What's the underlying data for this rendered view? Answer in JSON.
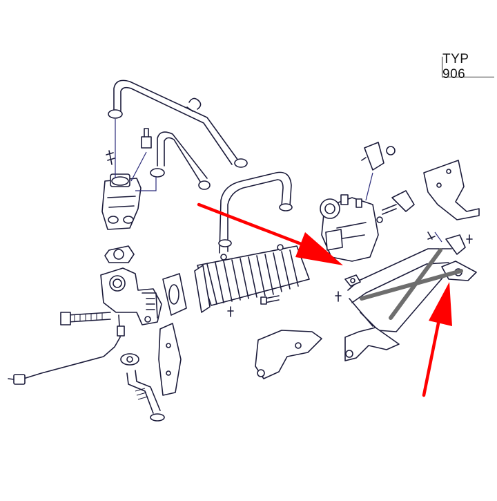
{
  "diagram": {
    "type_label": "TYP 906",
    "colors": {
      "line": "#1b1b3a",
      "leader": "#2a2a7a",
      "arrow": "#ff0000",
      "cross": "#6e6e6e",
      "background": "#ffffff"
    },
    "annotations": {
      "arrows": [
        "pointer-to-gasket",
        "pointer-to-flange"
      ],
      "cross_out": "egr-pipe-crossed-out"
    }
  }
}
